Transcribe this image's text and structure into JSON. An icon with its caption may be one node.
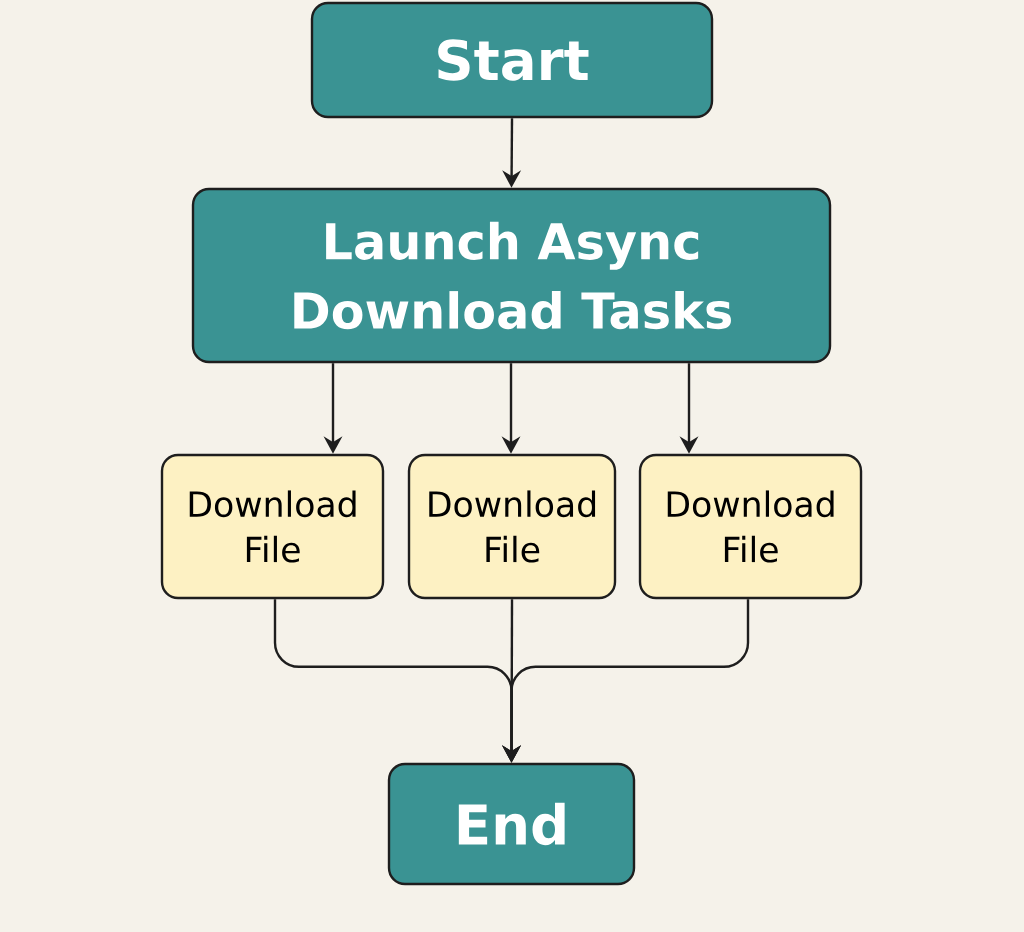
{
  "diagram": {
    "nodes": [
      {
        "text": [
          "Start"
        ]
      },
      {
        "text": [
          "Launch Async Download Tasks"
        ]
      },
      {
        "text": [
          "Download File"
        ]
      },
      {
        "text": [
          "Download File"
        ]
      },
      {
        "text": [
          "Download File"
        ]
      },
      {
        "text": [
          "End"
        ]
      }
    ],
    "edges": [
      {
        "from": 0,
        "to": 1,
        "arrow": "to"
      },
      {
        "from": 1,
        "to": 2,
        "arrow": "to"
      },
      {
        "from": 1,
        "to": 3,
        "arrow": "to"
      },
      {
        "from": 1,
        "to": 4,
        "arrow": "to"
      },
      {
        "from": 2,
        "to": 5,
        "arrow": "to"
      },
      {
        "from": 3,
        "to": 5,
        "arrow": "to"
      },
      {
        "from": 4,
        "to": 5,
        "arrow": "to"
      }
    ]
  }
}
